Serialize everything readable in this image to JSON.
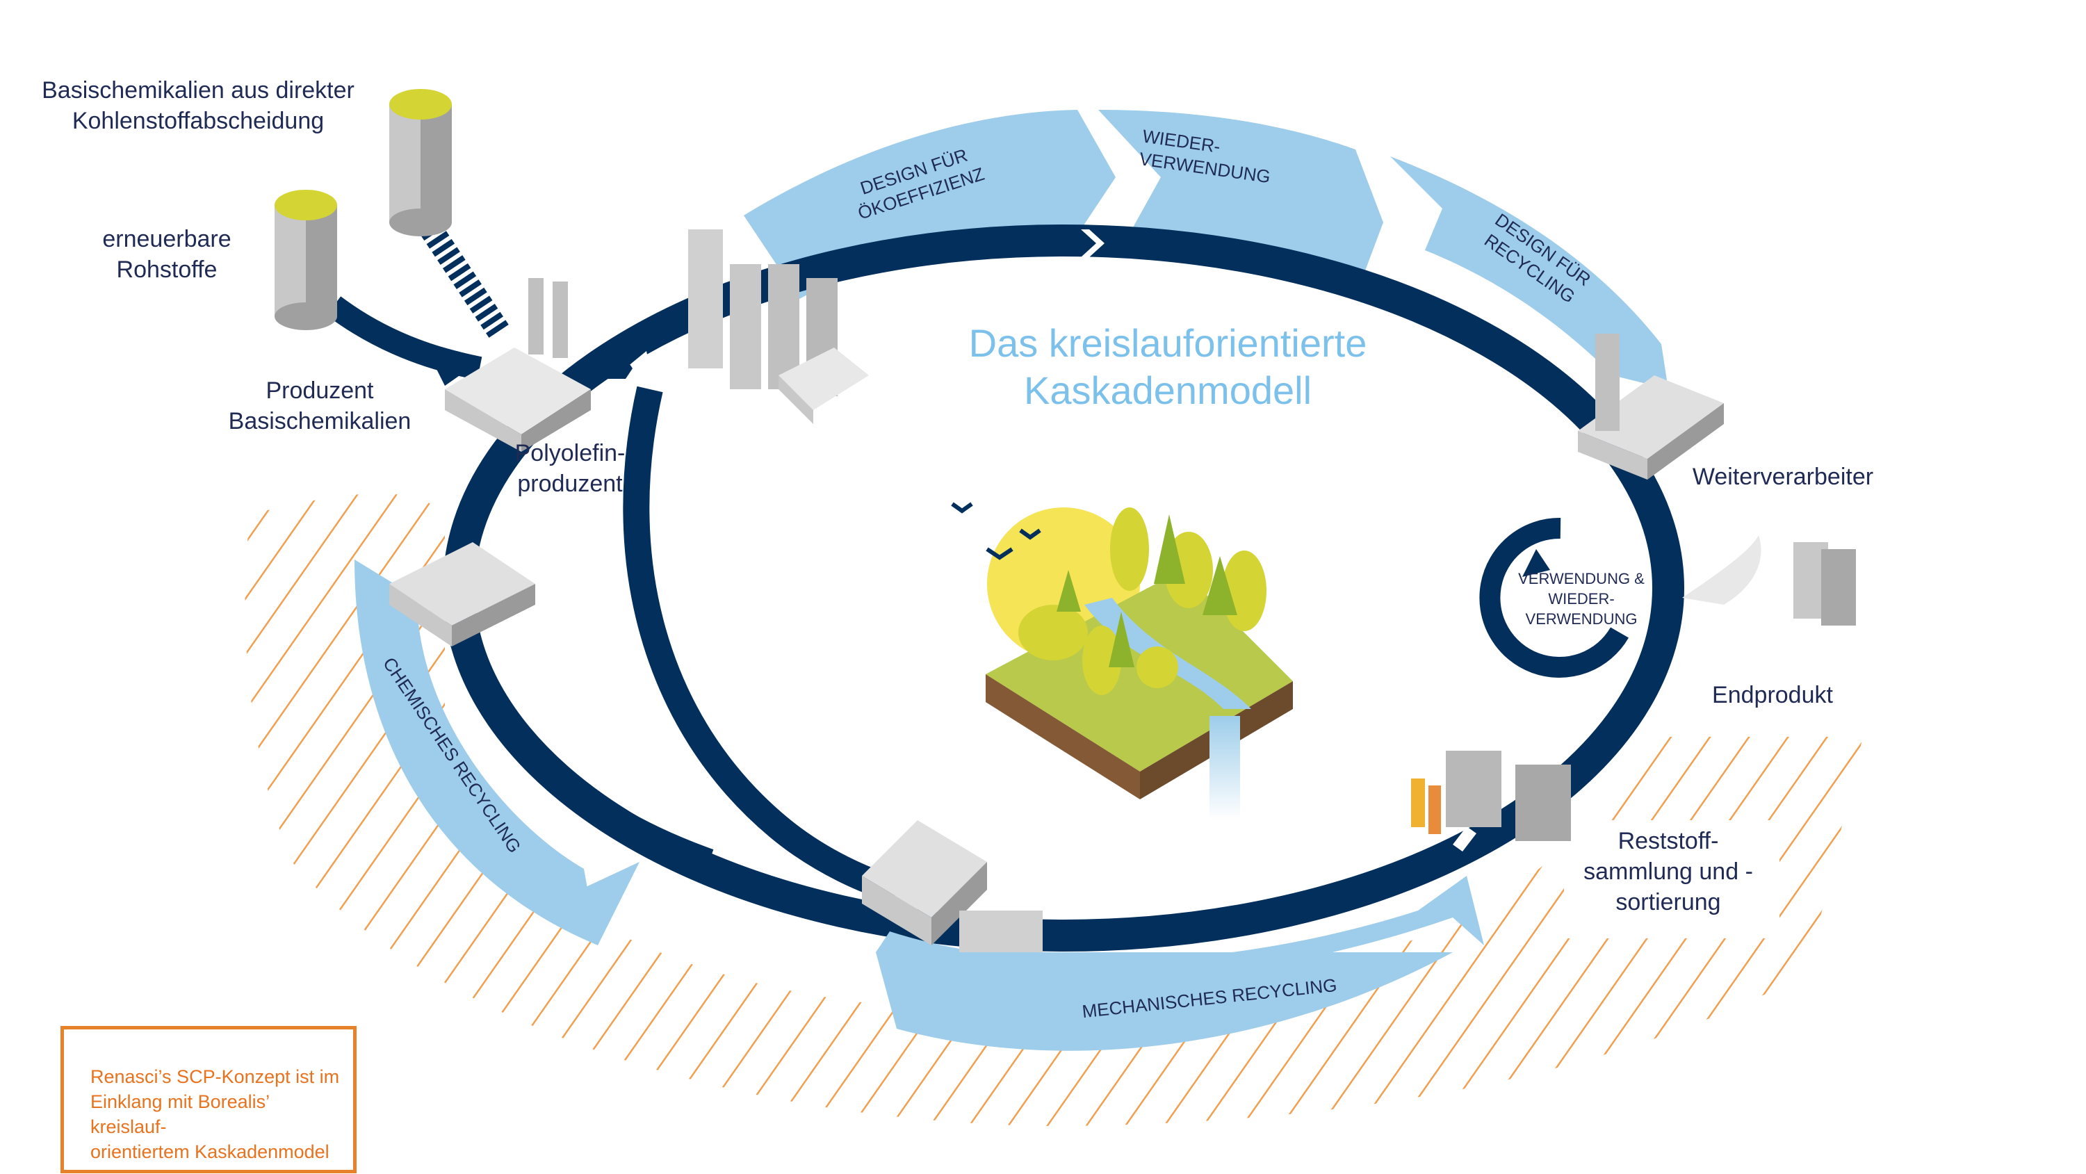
{
  "title": {
    "line1": "Das kreislauforientierte",
    "line2": "Kaskadenmodell"
  },
  "labels": {
    "basischemikalien_dac": [
      "Basischemikalien aus direkter",
      "Kohlenstoffabscheidung"
    ],
    "erneuerbare": [
      "erneuerbare",
      "Rohstoffe"
    ],
    "produzent": [
      "Produzent",
      "Basischemikalien"
    ],
    "polyolefin": [
      "Polyolefin-",
      "produzent"
    ],
    "weiterverarbeiter": "Weiterverarbeiter",
    "endprodukt": "Endprodukt",
    "reststoff": [
      "Reststoff-",
      "sammlung und -",
      "sortierung"
    ],
    "verwendung": [
      "VERWENDUNG &",
      "WIEDER-",
      "VERWENDUNG"
    ]
  },
  "arrows": {
    "design_oeko": [
      "DESIGN FÜR",
      "ÖKOEFFIZIENZ"
    ],
    "wiederverwendung": [
      "WIEDER-",
      "VERWENDUNG"
    ],
    "design_recycling": [
      "DESIGN FÜR",
      "RECYCLING"
    ],
    "chemisches": "CHEMISCHES RECYCLING",
    "mechanisches": "MECHANISCHES RECYCLING"
  },
  "note": {
    "lines": [
      "Renasci’s SCP-Konzept ist im",
      "Einklang mit Borealis’ kreislauf-",
      "orientiertem Kaskadenmodel"
    ]
  },
  "colors": {
    "navy": "#022f5c",
    "light_blue": "#9dcdea",
    "title_blue": "#7cc0ec",
    "hatch_orange": "#f0a050",
    "note_orange": "#e8822a",
    "label_text": "#1f2a55"
  }
}
